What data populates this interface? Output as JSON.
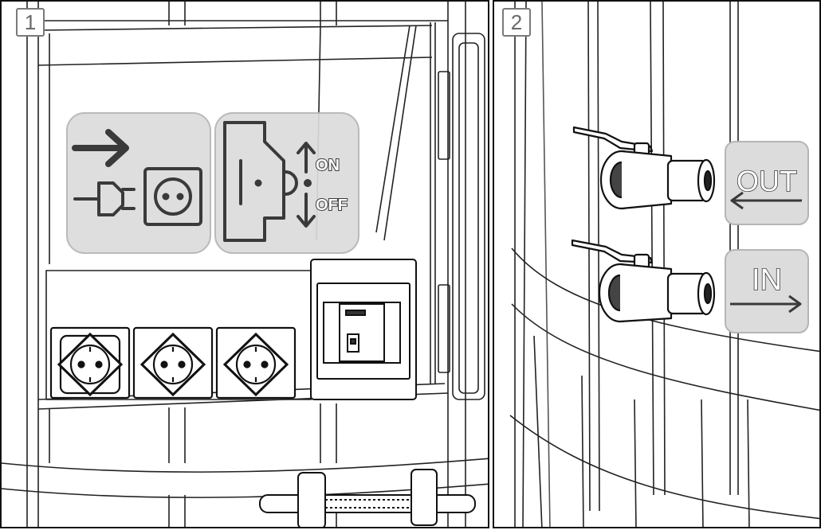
{
  "panels": [
    {
      "number": "1",
      "switch_labels": {
        "on": "ON",
        "off": "OFF"
      }
    },
    {
      "number": "2",
      "port_labels": {
        "out": "OUT",
        "in": "IN"
      }
    }
  ]
}
